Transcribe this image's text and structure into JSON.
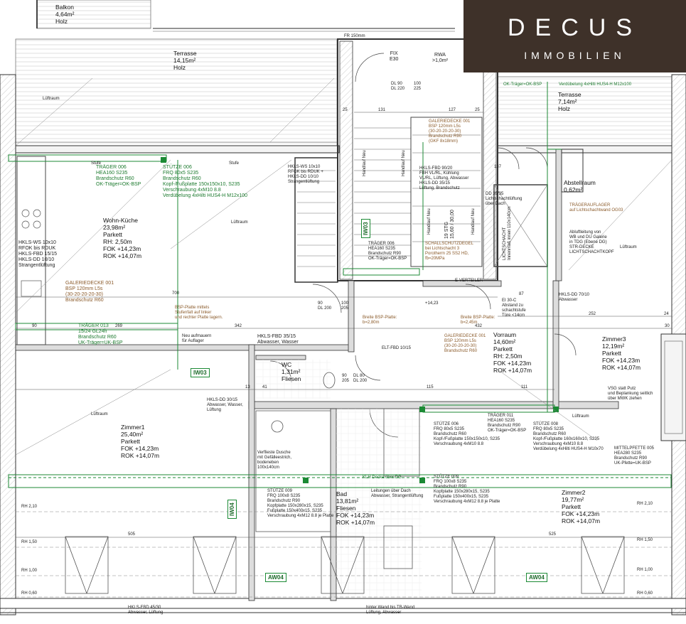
{
  "logo": {
    "line1": "DECUS",
    "line2": "IMMOBILIEN"
  },
  "rooms": {
    "balkon": {
      "name": "Balkon",
      "area": "4,64m²",
      "floor": "Holz"
    },
    "terrasse1": {
      "name": "Terrasse",
      "area": "14,15m²",
      "floor": "Holz"
    },
    "terrasse2": {
      "name": "Terrasse",
      "area": "7,14m²",
      "floor": "Holz"
    },
    "wohnkueche": {
      "name": "Wohn-Küche",
      "area": "23,98m²",
      "floor": "Parkett",
      "rh": "RH: 2,50m",
      "fok": "FOK +14,23m",
      "rok": "ROK +14,07m"
    },
    "abstellraum": {
      "name": "Abstellraum",
      "area": "0,62m²"
    },
    "vorraum": {
      "name": "Vorraum",
      "area": "14,60m²",
      "floor": "Parkett",
      "rh": "RH: 2,50m",
      "fok": "FOK +14,23m",
      "rok": "ROK +14,07m"
    },
    "zimmer3": {
      "name": "Zimmer3",
      "area": "12,19m²",
      "floor": "Parkett",
      "fok": "FOK +14,23m",
      "rok": "ROK +14,07m"
    },
    "wc": {
      "name": "WC",
      "area": "1,31m²",
      "floor": "Fliesen"
    },
    "zimmer1": {
      "name": "Zimmer1",
      "area": "25,40m²",
      "floor": "Parkett",
      "fok": "FOK +14,23m",
      "rok": "ROK +14,07m"
    },
    "bad": {
      "name": "Bad",
      "area": "13,81m²",
      "floor": "Fliesen",
      "fok": "FOK +14,23m",
      "rok": "ROK +14,07m"
    },
    "zimmer2": {
      "name": "Zimmer2",
      "area": "19,77m²",
      "floor": "Parkett",
      "fok": "FOK +14,23m",
      "rok": "ROK +14,07m"
    }
  },
  "tags": {
    "iw03a": "IW03",
    "iw03b": "IW03",
    "iw04": "IW04",
    "aw04a": "AW04",
    "aw04b": "AW04"
  },
  "notes": {
    "traeger006a": "TRÄGER 006\nHEA160 S235\nBrandschutz R60\nOK-Träger=OK-BSP",
    "stuetze006a": "STÜTZE 006\nFRQ 80x5 S235\nBrandschutz R60\nKopf-/Fußplatte 150x150x10, S235\nVerschraubung 4xM10 8.8\nVerdübelung 4xHilti HUS4-H M12x100",
    "hkls_left": "HKLS-WS 10x10\nRFOK bis RDUK\nHKLS-FBD 15/15\nHKLS-DD 10/10\nStrangentlüftung",
    "galerie001a": "GALERIEDECKE 001\nBSP 120mm L5s\n(30-20-20-20-30)\nBrandschutz R60",
    "traeger013": "TRÄGER 013\n15/24 GL24h\nBrandschutz R60\nUK-Träger=UK-BSP",
    "bsp_platte": "BSP-Platte mittels\nStufenfalt auf linker\nund rechter Platte lagern.",
    "neu_aufmauern": "Neu aufmauern\nfür Auflager",
    "hkls_3515": "HKLS-FBD 35/15\nAbwasser, Wasser",
    "hkls_ws_mid": "HKLS-WS 10x10\nRFOK bis RDUK +\nHKLS-DD 10/10\nStrangentlüftung",
    "galerie001b": "GALERIEDECKE 001\nBSP 120mm L5s\n(30-20-20-20-30)\nBrandschutz R90\n(GKF 8x18mm)",
    "hkls_fbd9020": "HKLS-FBD 90/20\nFBH VL/RL, Kühlung\nVL/RL, Lüftung, Abwasser\nHKLS-DD 35/15\nLüftung, Brandschutz",
    "traeger006b": "TRÄGER 006\nHEA160 S235\nBrandschutz R90\nOK-Träger=OK-BSP",
    "schallschutz": "SCHALLSCHUTZDEGEL\nbei Lichtschacht 3\nPorotherm 25 SS2 HD,\nfb=20MPa",
    "dd3535": "DD 35/35\nLichtschachtlüftung\nüber Dach",
    "traegerauflager": "TRÄGERAUFLAGER\nauf Lichtschachtwand OG03",
    "abluft": "Abluftleitung von\nWB und DU Galerie\nin TDG (Ebene DG)\nSTR-DECKE\nLICHTSCHACHTKOPF",
    "ok_traeger_top": "OK-Träger=OK-BSP",
    "verduebelung_top": "Verdübelung 4xHilti HUS4-H M12x100",
    "e_verteiler": "E-VERTEILER",
    "ei30": "EI 30-C\nAbstand zu\nschachtstufe\nTüre <14cm",
    "hkls_dd7010": "HKLS-DD 70/10\nAbwasser",
    "breite1": "Breite BSP-Platte:\nb=2,80m",
    "breite2": "Breite BSP-Platte:\nb=2,45m",
    "galerie001c": "GALERIEDECKE 001\nBSP 120mm L5s\n(30-20-20-20-30)\nBrandschutz R60",
    "elt_fbd": "ELT-FBD 10/15",
    "vsg": "VSG statt Putz\nund Beplankung seitlich\nüber MWK ziehen",
    "hkls_dd3015": "HKLS-DD 30/15\nAbwasser, Wasser,\nLüftung",
    "stuetze006b": "STÜTZE 006\nFRQ 80x5 S235\nBrandschutz R60\nKopf-/Fußplatte 150x150x10, S235\nVerschraubung 4xM10 8.8",
    "traeger011": "TRÄGER 011\nHEA160 S235\nBrandschutz R90\nOK-Träger=OK-BSP",
    "stuetze008": "STÜTZE 008\nFRQ 80x5 S235\nBrandschutz R60\nKopf-/Fußplatte 160x160x10, S235\nVerschraubung 4xM10 8.8\nVerdübelung 4xHilti HUS4-H M10x70",
    "mittelpfette": "MITTELPFETTE 005\nHEA280 S235\nBrandschutz R90\nUK-Pfette=UK-BSP",
    "khl_decke": "KLH Decke über DG",
    "stuetze009": "STÜTZE 009\nFRQ 100x8 S235\nBrandschutz R90\nKopfplatte 150x280x15, S235\nFußplatte 150x400x15, S235\nVerschraubung 4xM12 8.8 je Platte",
    "stuetze009b": "STÜTZE 009\nFRQ 100x8 S235\nBrandschutz R90\nKopfplatte 150x280x15, S235\nFußplatte 150x400x15, S235\nVerschraubung 4xM12 8.8 je Platte",
    "leitungen": "Leitungen über Dach\nAbwasser, Strangentlüftung",
    "dusche": "Verflieste Dusche\nmit Gefälleestrich,\nbodeneben\n100x140cm",
    "hkls_fbd4530": "HKLS-FBD 45/30\nAbwasser, Lüftung",
    "hinter_wand": "hinter Wand bis TB-Wand\nLüftung, Abwasser",
    "fix_e30": "FIX\nE30",
    "rwa": "RWA\n>1,0m²",
    "fr": "FR 150mm",
    "stg": "19 STG\n15,60 / 30,00",
    "stufe1": "Stufe",
    "stufe2": "Stufe",
    "lueftung1": "Lüftraum",
    "lueftung2": "Lüftraum",
    "lueftung3": "Lüftraum",
    "lueftung4": "Lüftraum",
    "lueftung5": "Lüftraum",
    "lichtschacht": "LICHTSCHACHT\nInnenmaß innen 110x140cm",
    "handlauf1": "Handlauf Neu",
    "handlauf2": "Handlauf Neu",
    "handlauf3": "Handlauf Neu",
    "handlauf4": "Handlauf Neu",
    "rh210a": "RH 2,10",
    "rh150a": "RH 1,50",
    "rh100a": "RH 1,00",
    "rh060a": "RH 0,60",
    "rh210b": "RH 2,10",
    "rh150b": "RH 1,50",
    "rh100b": "RH 1,00",
    "rh060b": "RH 0,60"
  },
  "dims": {
    "d700": "700",
    "d342": "342",
    "d269": "269",
    "d90a": "90",
    "d505": "505",
    "d525": "525",
    "d131a": "131",
    "d127": "127",
    "d252": "252",
    "d432": "432",
    "d87": "87",
    "d115": "115",
    "d111": "111",
    "d41": "41",
    "d13": "13",
    "d25a": "25",
    "d25b": "25",
    "d30": "30",
    "d24": "24",
    "d90dl200a": "90\nDL 200",
    "d100dl205": "100\n205",
    "d90dl220": "DL 90\nDL 220",
    "d100_225": "100\n225",
    "d90_200b": "90\n205",
    "d80_200": "DL 80\nDL 200",
    "d423": "+14,23",
    "d137": "137"
  }
}
